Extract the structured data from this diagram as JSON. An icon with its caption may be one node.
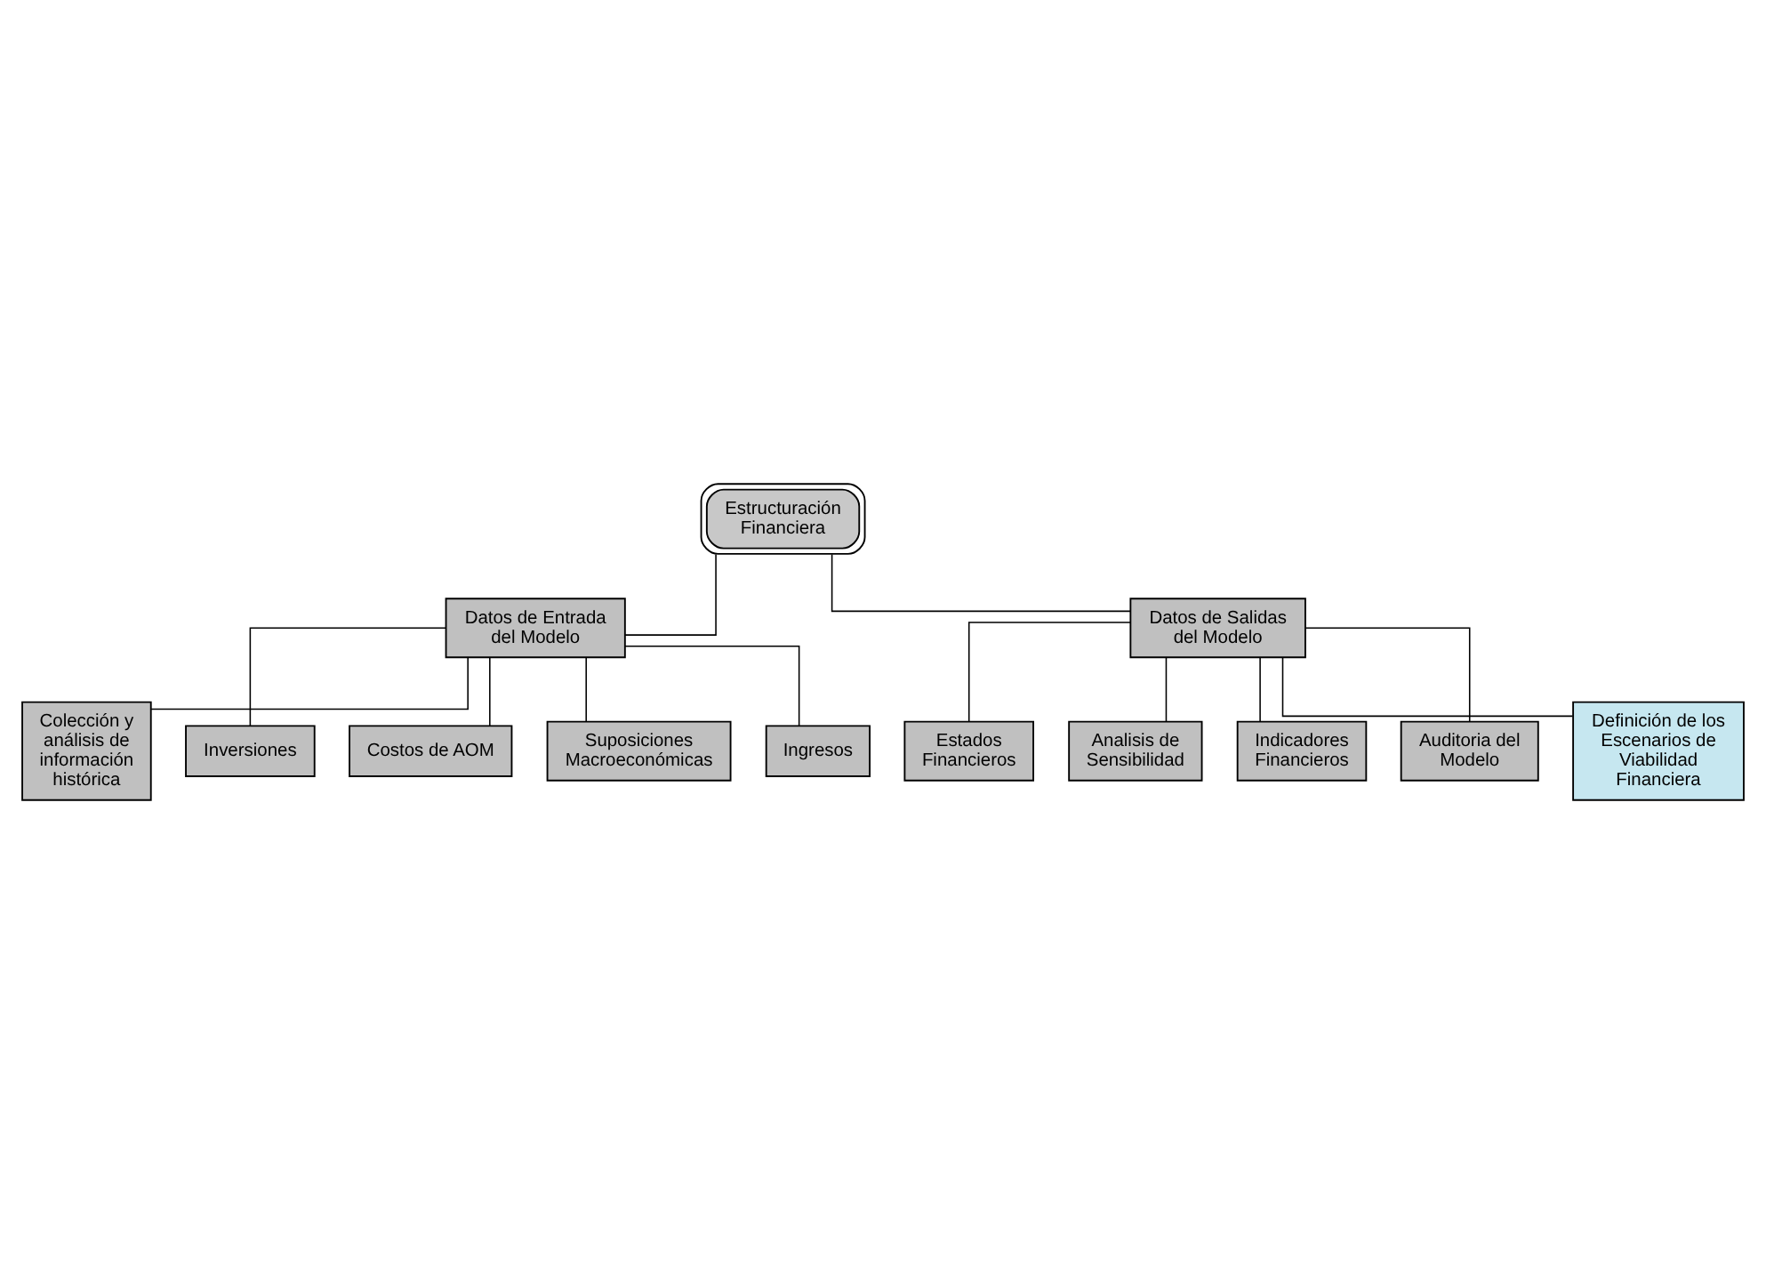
{
  "diagram": {
    "nodes": [
      {
        "text": [
          "Estructuración Financiera"
        ]
      },
      {
        "text": [
          "Datos de Entrada del Modelo"
        ]
      },
      {
        "text": [
          "Datos de Salidas del Modelo"
        ]
      },
      {
        "text": [
          "Colección y análisis de información histórica"
        ]
      },
      {
        "text": [
          "Inversiones"
        ]
      },
      {
        "text": [
          "Costos de AOM"
        ]
      },
      {
        "text": [
          "Suposiciones Macroeconómicas"
        ]
      },
      {
        "text": [
          "Ingresos"
        ]
      },
      {
        "text": [
          "Estados Financieros"
        ]
      },
      {
        "text": [
          "Analisis de Sensibilidad"
        ]
      },
      {
        "text": [
          "Indicadores Financieros"
        ]
      },
      {
        "text": [
          "Auditoria del Modelo"
        ]
      },
      {
        "text": [
          "Definición de los Escenarios de Viabilidad Financiera"
        ]
      }
    ],
    "edges": [
      {
        "from": 0,
        "to": 1,
        "arrow": "none"
      },
      {
        "from": 0,
        "to": 2,
        "arrow": "none"
      },
      {
        "from": 1,
        "to": 3,
        "arrow": "none"
      },
      {
        "from": 1,
        "to": 4,
        "arrow": "none"
      },
      {
        "from": 1,
        "to": 5,
        "arrow": "none"
      },
      {
        "from": 1,
        "to": 6,
        "arrow": "none"
      },
      {
        "from": 1,
        "to": 7,
        "arrow": "none"
      },
      {
        "from": 2,
        "to": 8,
        "arrow": "none"
      },
      {
        "from": 2,
        "to": 9,
        "arrow": "none"
      },
      {
        "from": 2,
        "to": 10,
        "arrow": "none"
      },
      {
        "from": 2,
        "to": 11,
        "arrow": "none"
      },
      {
        "from": 2,
        "to": 12,
        "arrow": "none"
      }
    ]
  }
}
